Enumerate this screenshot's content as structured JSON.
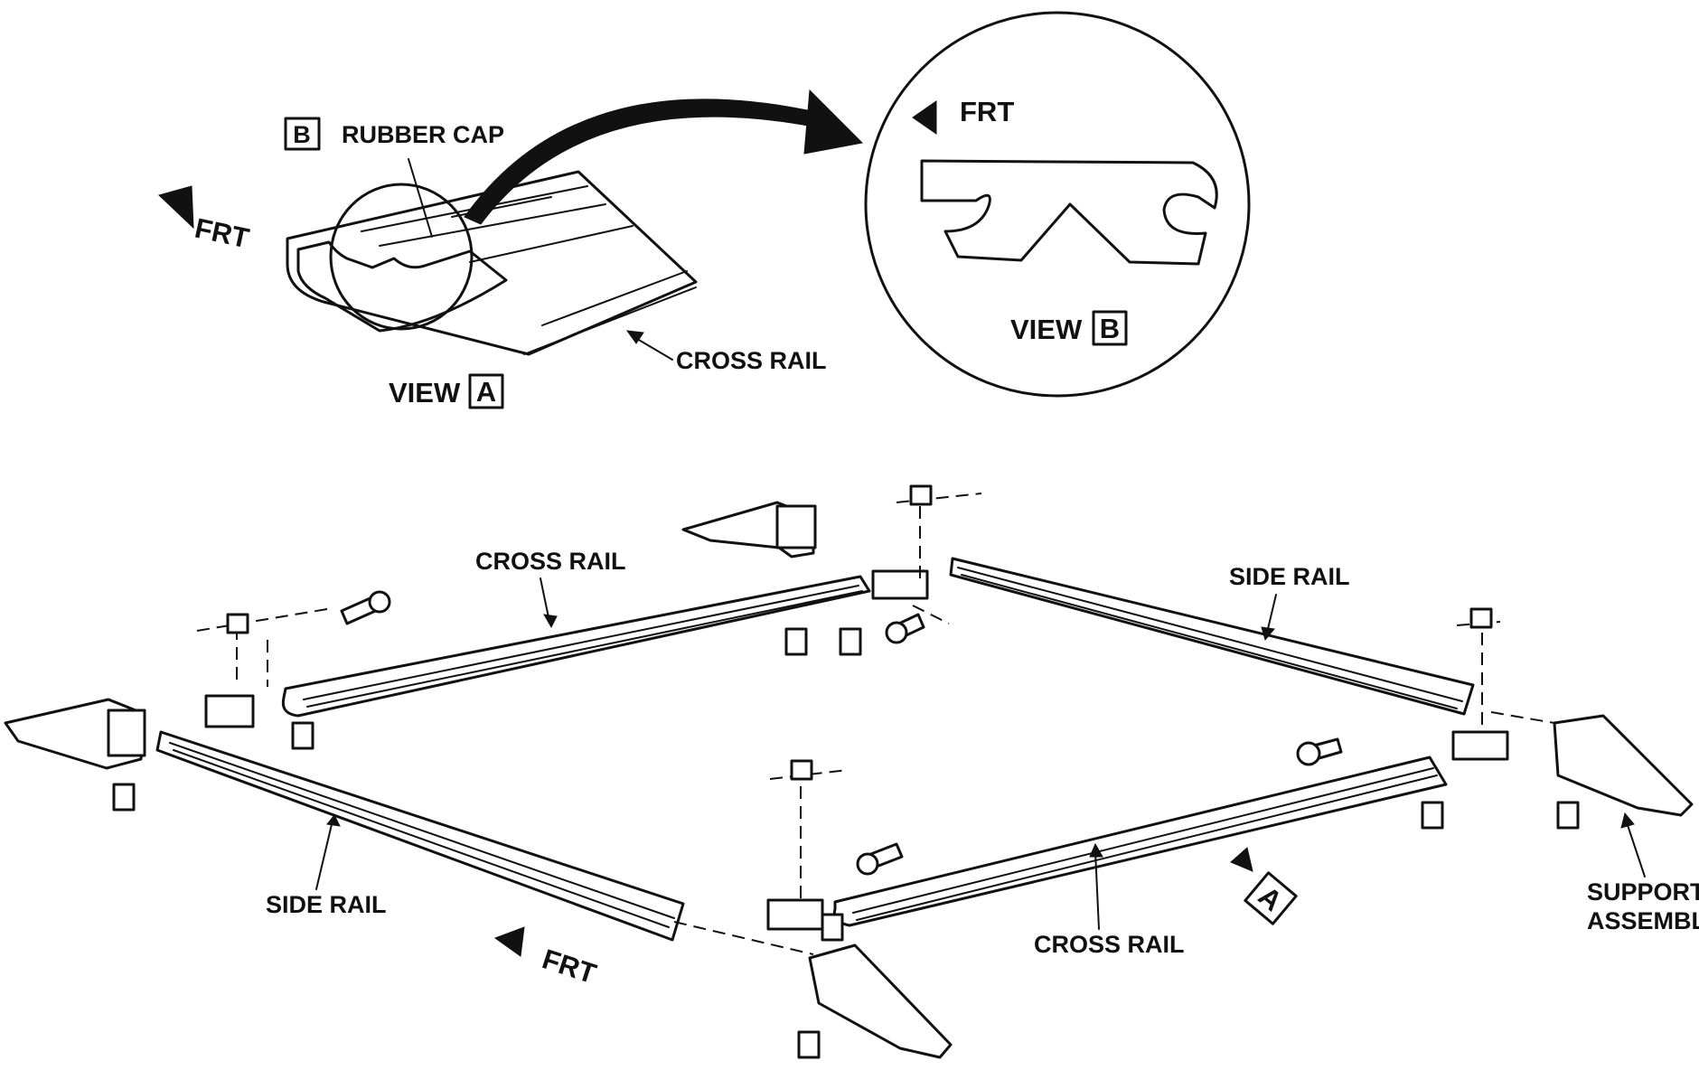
{
  "view_a": {
    "title": "VIEW",
    "key": "A",
    "callout_key": "B",
    "rubber_cap": "RUBBER CAP",
    "front": "FRT",
    "cross_rail": "CROSS RAIL"
  },
  "view_b": {
    "title": "VIEW",
    "key": "B",
    "front": "FRT"
  },
  "assembly": {
    "cross_rail_rear": "CROSS RAIL",
    "cross_rail_front": "CROSS RAIL",
    "side_rail_right": "SIDE RAIL",
    "side_rail_left": "SIDE RAIL",
    "support_line1": "SUPPORT",
    "support_line2": "ASSEMBLY",
    "front": "FRT",
    "view_a_marker": "A"
  }
}
